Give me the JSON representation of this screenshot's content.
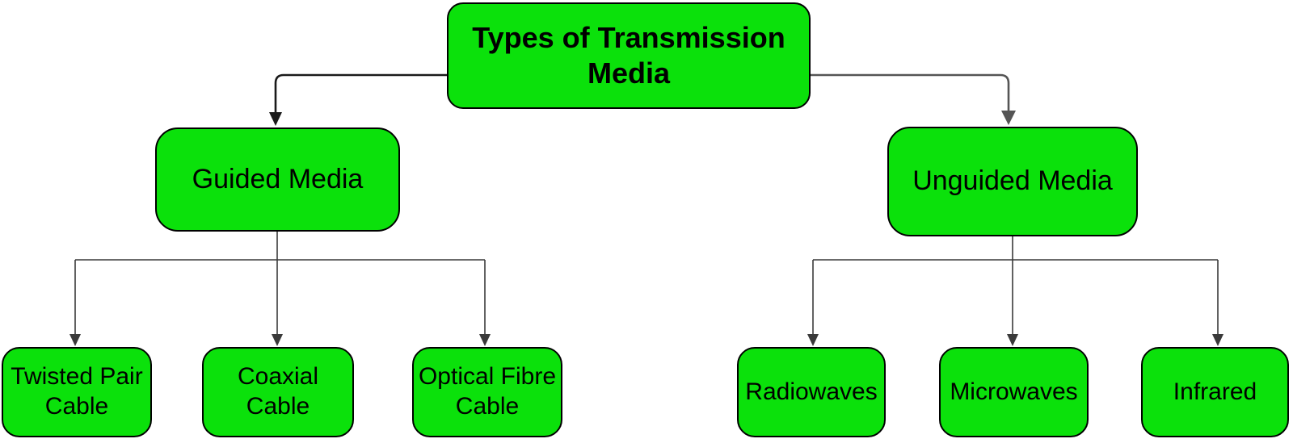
{
  "diagram": {
    "type": "tree",
    "root": {
      "label": "Types of Transmission Media"
    },
    "branches": [
      {
        "label": "Guided Media",
        "children": [
          {
            "label": "Twisted Pair Cable"
          },
          {
            "label": "Coaxial Cable"
          },
          {
            "label": "Optical Fibre Cable"
          }
        ]
      },
      {
        "label": "Unguided Media",
        "children": [
          {
            "label": "Radiowaves"
          },
          {
            "label": "Microwaves"
          },
          {
            "label": "Infrared"
          }
        ]
      }
    ],
    "colors": {
      "node_fill": "#0be10b",
      "node_border": "#000000",
      "text": "#000000",
      "connector_left": "#1a1a1a",
      "connector_right": "#555555",
      "connector_branch": "#3a3a3a"
    }
  }
}
